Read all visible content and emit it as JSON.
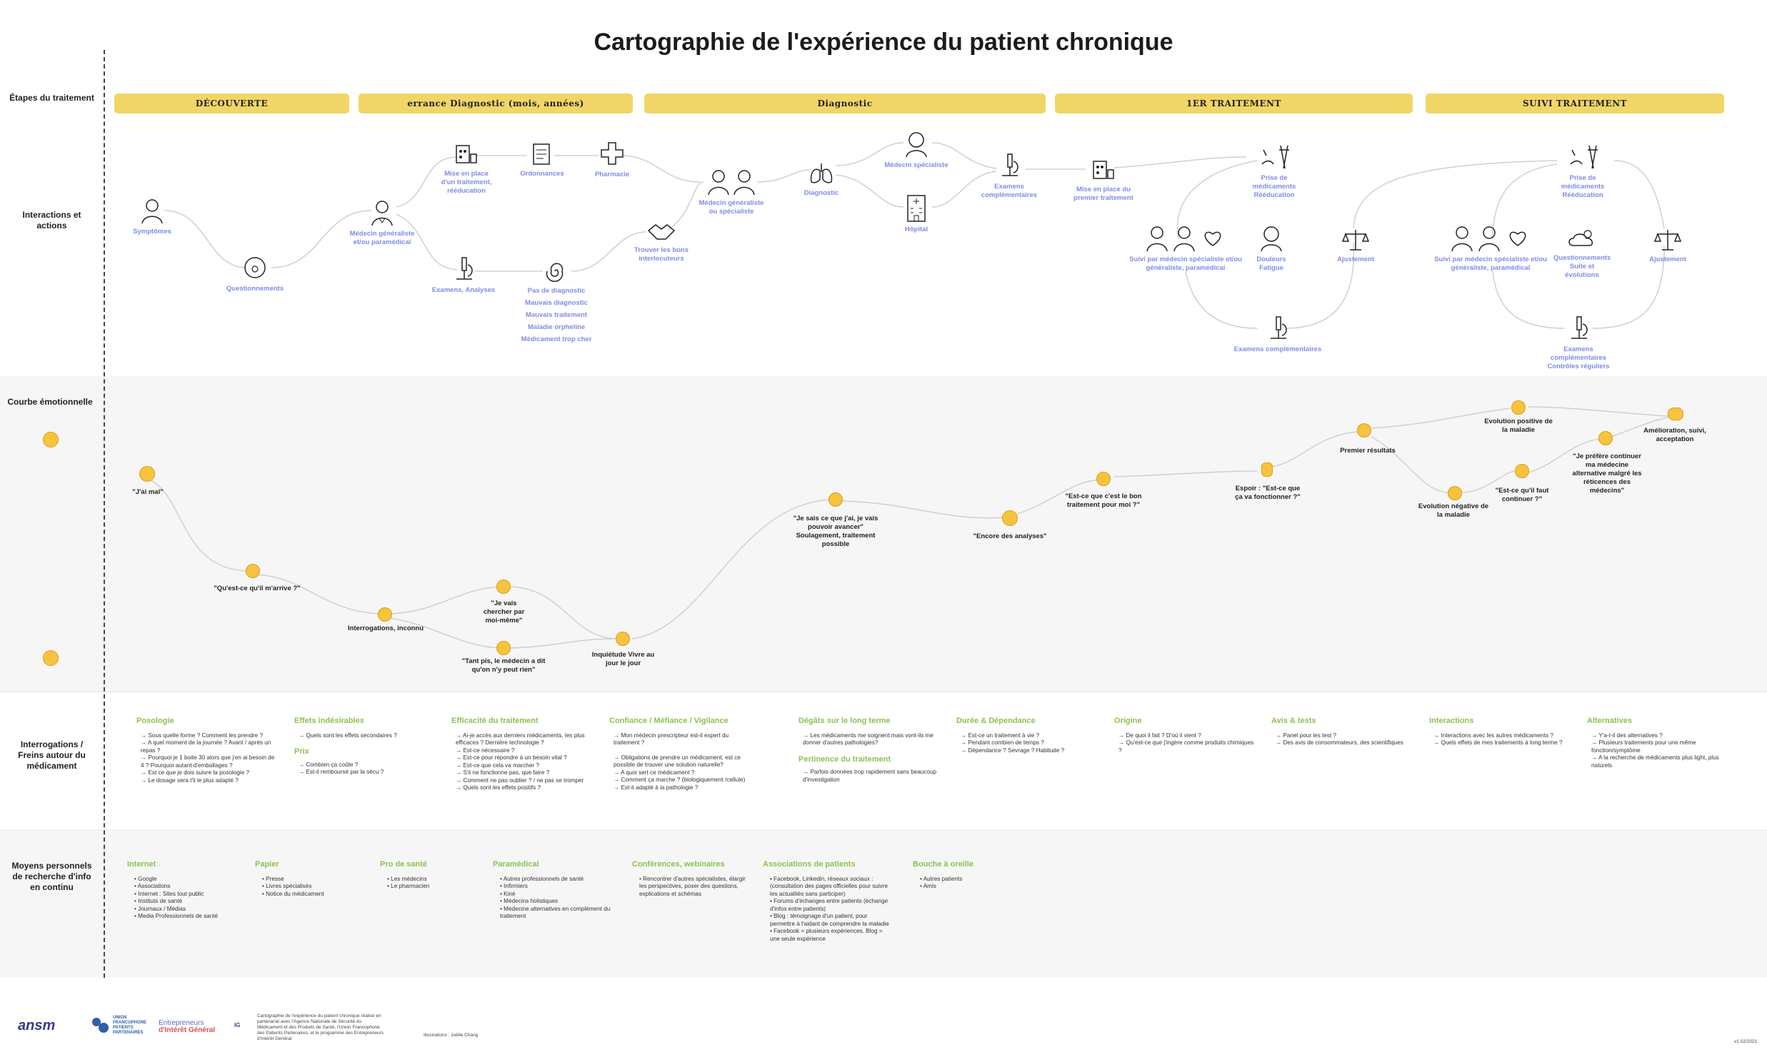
{
  "title": "Cartographie de l'expérience du patient chronique",
  "rows": {
    "stages": "Étapes du traitement",
    "interactions": "Interactions et actions",
    "emotions": "Courbe émotionnelle",
    "questions": "Interrogations / Freins autour du médicament",
    "means": "Moyens personnels de recherche d'info en continu"
  },
  "stages": [
    "découverte",
    "errance Diagnostic (mois, années)",
    "Diagnostic",
    "1er traitement",
    "Suivi traitement"
  ],
  "interactions": {
    "symptomes": "Symptômes",
    "questionnements": "Questionnements",
    "medecin_gen": "Médecin généraliste et/ou paramédical",
    "mise_en_place": "Mise en place d'un traitement, rééducation",
    "ordonnances": "Ordonnances",
    "pharmacie": "Pharmacie",
    "examens": "Examens, Analyses",
    "pas_diag": [
      "Pas de diagnostic",
      "Mauvais diagnostic",
      "Mauvais traitement",
      "Maladie orpheline",
      "Médicament trop cher"
    ],
    "trouver": "Trouver les bons interlocuteurs",
    "medecin_gen_spec": "Médecin généraliste ou spécialiste",
    "diagnostic": "Diagnostic",
    "medecin_spec": "Médecin spécialiste",
    "hopital": "Hôpital",
    "examens_comp": "Examens complémentaires",
    "mise_premier": "Mise en place du premier traitement",
    "prise_med_1": "Prise de médicaments Rééducation",
    "suivi_1": "Suivi par médecin spécialiste et/ou généraliste, paramédical",
    "douleurs": "Douleurs Fatigue",
    "ajustement_1": "Ajustement",
    "examens_comp_1": "Examens complémentaires",
    "prise_med_2": "Prise de médicaments Rééducation",
    "suivi_2": "Suivi par médecin spécialiste et/ou généraliste, paramédical",
    "questionnements_2": "Questionnements Suite et évolutions",
    "ajustement_2": "Ajustement",
    "examens_comp_2": "Examens complémentaires Contrôles réguliers"
  },
  "emotions": {
    "jai_mal": "\"J'ai mal\"",
    "quest": "\"Qu'est-ce qu'il m'arrive ?\"",
    "interrogations": "Interrogations, inconnu",
    "chercher": "\"Je vais chercher par moi-même\"",
    "tant_pis": "\"Tant pis, le médecin a dit qu'on n'y peut rien\"",
    "inquietude": "Inquiétude Vivre au jour le jour",
    "je_sais": "\"Je sais ce que j'ai, je vais pouvoir avancer\" Soulagement, traitement possible",
    "encore": "\"Encore des analyses\"",
    "bon_traitement": "\"Est-ce que c'est le bon traitement pour moi ?\"",
    "espoir": "Espoir : \"Est-ce que ça va fonctionner ?\"",
    "premiers": "Premier résultats",
    "negative": "Evolution négative de la maladie",
    "positive": "Evolution positive de la maladie",
    "continuer": "\"Est-ce qu'il faut continuer ?\"",
    "prefere": "\"Je préfère continuer ma médecine alternative malgré les réticences des médecins\"",
    "amelioration": "Amélioration, suivi, acceptation"
  },
  "questions": [
    {
      "title": "Posologie",
      "items": [
        "→ Sous quelle forme ? Comment les prendre ?",
        "→ A quel moment de la journée ? Avant / après un repas ?",
        "→ Pourquoi je 1 boite 30 alors que j'en ai besoin de 4 ? Pourquoi autant d'emballages ?",
        "→ Est ce que je dois suivre la posologie ?",
        "→ Le dosage sera t'il le plus adapté ?"
      ]
    },
    {
      "title": "Effets indésirables",
      "items": [
        "→ Quels sont les effets secondaires ?"
      ],
      "title2": "Prix",
      "items2": [
        "→ Combien ça coûte ?",
        "→ Est-il remboursé par la sécu ?"
      ]
    },
    {
      "title": "Efficacité du traitement",
      "items": [
        "→ Ai-je accès aux derniers médicaments, les plus efficaces ? Dernière technologie ?",
        "→ Est-ce nécessaire ?",
        "→ Est-ce pour répondre à un besoin vital ?",
        "→ Est-ce que cela va marcher ?",
        "→ S'il ne fonctionne pas, que faire ?",
        "→ Comment ne pas oublier ? / ne pas se tromper",
        "→ Quels sont les effets positifs ?"
      ]
    },
    {
      "title": "Confiance / Méfiance / Vigilance",
      "items": [
        "→ Mon médecin prescripteur est-il expert du traitement ?",
        "",
        "→ Obligations de prendre un médicament, est ce possible de trouver une solution naturelle?",
        "→ A quoi sert ce médicament ?",
        "→ Comment ça marche ? (biologiquement /cellule)",
        "→ Est-il adapté à la pathologie ?"
      ]
    },
    {
      "title": "Dégâts sur le long terme",
      "items": [
        "→ Les médicaments me soignent mais vont-ils me donner d'autres pathologies?"
      ],
      "title2": "Pertinence du traitement",
      "items2": [
        "→ Parfois données trop rapidement sans beaucoup d'investigation"
      ]
    },
    {
      "title": "Durée & Dépendance",
      "items": [
        "→ Est-ce un traitement à vie ?",
        "→ Pendant combien de temps ?",
        "→ Dépendance ? Sevrage ? Habitude ?"
      ]
    },
    {
      "title": "Origine",
      "items": [
        "→ De quoi il fait ? D'où il vient ?",
        "→ Qu'est-ce que j'ingère comme produits chimiques ?"
      ]
    },
    {
      "title": "Avis & tests",
      "items": [
        "→ Panel pour les test ?",
        "→ Des avis de consommateurs, des scientifiques"
      ]
    },
    {
      "title": "Interactions",
      "items": [
        "→ Interactions avec les autres médicaments ?",
        "→ Quels effets de mes traitements à long terme ?"
      ]
    },
    {
      "title": "Alternatives",
      "items": [
        "→ Y'a-t-il des alternatives ?",
        "→ Plusieurs traitements pour une même fonction/symptôme",
        "→ A la recherche de médicaments plus light, plus naturels"
      ]
    }
  ],
  "means": [
    {
      "title": "Internet",
      "items": [
        "• Google",
        "• Associations",
        "• Internet : Sites tout public",
        "• Instituts de santé",
        "• Journaux / Médias",
        "• Media Professionnels de santé"
      ]
    },
    {
      "title": "Papier",
      "items": [
        "• Presse",
        "• Livres spécialisés",
        "• Notice du médicament"
      ]
    },
    {
      "title": "Pro de santé",
      "items": [
        "• Les médecins",
        "• Le pharmacien"
      ]
    },
    {
      "title": "Paramédical",
      "items": [
        "• Autres professionnels de santé",
        "• Infirmiers",
        "• Kiné",
        "• Médecins holistiques",
        "• Médecine alternatives en complément du traitement"
      ]
    },
    {
      "title": "Conférences, webinaires",
      "items": [
        "• Rencontrer d'autres spécialistes, élargir les perspectives, poser des questions, explications et schémas"
      ]
    },
    {
      "title": "Associations de patients",
      "items": [
        "• Facebook, Linkedin, réseaux sociaux : (consultation des pages officielles pour suivre les actualités sans participer)",
        "• Forums d'échanges entre patients (échange d'infos entre patients)",
        "• Blog : témoignage d'un patient, pour permettre à l'aidant de comprendre la maladie",
        "• Facebook = plusieurs expériences. Blog = une seule expérience"
      ]
    },
    {
      "title": "Bouche à oreille",
      "items": [
        "• Autres patients",
        "• Amis"
      ]
    }
  ],
  "footer": {
    "logo1": "ansm",
    "logo2": "UNION FRANCOPHONE PATIENTS PARTENAIRES",
    "logo3a": "Entrepreneurs",
    "logo3b": "d'Intérêt Général",
    "logo4": "IG",
    "credits": "Cartographie de l'expérience du patient chronique réalisé en partenariat avec l'Agence Nationale de Sécurité du Médicament et des Produits de Santé, l'Union Francophone des Patients Partenaires, et le programme des Entrepreneurs d'Intérêt Général",
    "illustrations": "Illustrations : Joëlle Chang",
    "version": "v1 02/2021"
  }
}
